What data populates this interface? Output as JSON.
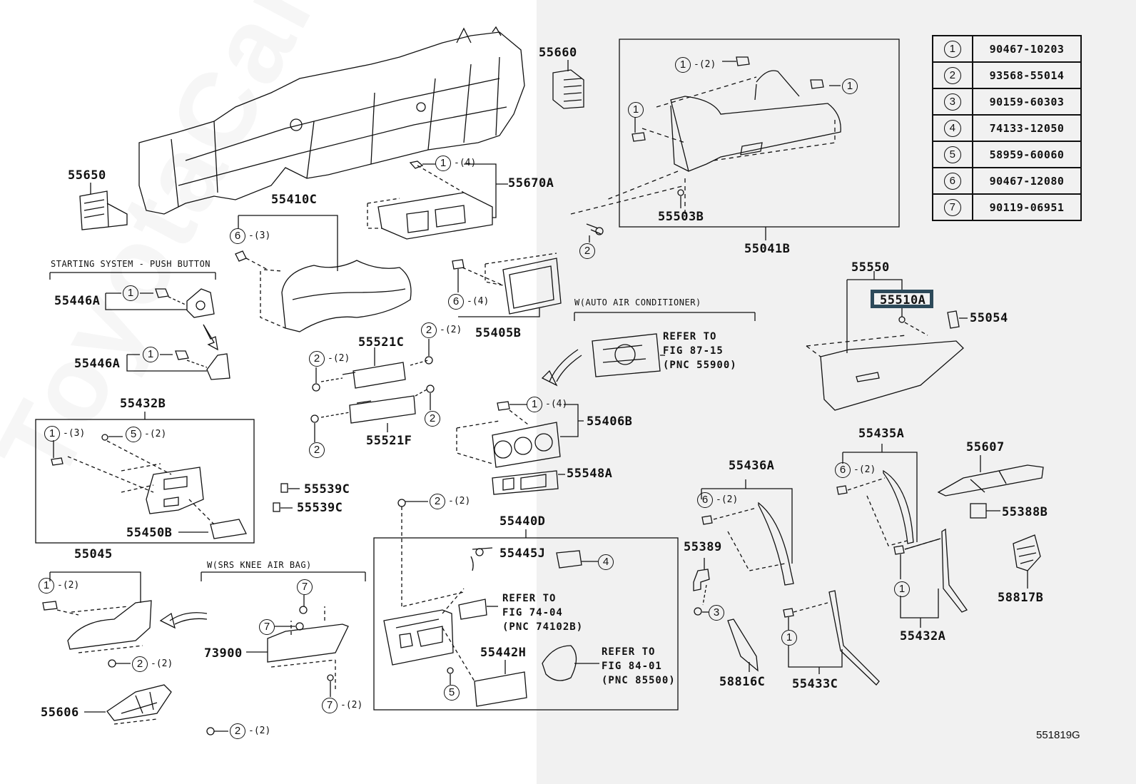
{
  "diagram": {
    "figure_number": "551819G",
    "watermark": "ToyotaCarParts",
    "highlighted_part": "55510A"
  },
  "legend": [
    {
      "key": "1",
      "part_number": "90467-10203"
    },
    {
      "key": "2",
      "part_number": "93568-55014"
    },
    {
      "key": "3",
      "part_number": "90159-60303"
    },
    {
      "key": "4",
      "part_number": "74133-12050"
    },
    {
      "key": "5",
      "part_number": "58959-60060"
    },
    {
      "key": "6",
      "part_number": "90467-12080"
    },
    {
      "key": "7",
      "part_number": "90119-06951"
    }
  ],
  "captions": {
    "starting_system": "STARTING SYSTEM - PUSH BUTTON",
    "auto_ac": "W(AUTO AIR CONDITIONER)",
    "knee_airbag": "W(SRS KNEE AIR BAG)"
  },
  "references": {
    "ref_87_15": "REFER TO\nFIG 87-15\n(PNC 55900)",
    "ref_74_04": "REFER TO\nFIG 74-04\n(PNC 74102B)",
    "ref_84_01": "REFER TO\nFIG 84-01\n(PNC 85500)"
  },
  "parts": {
    "p55650": "55650",
    "p55660": "55660",
    "p55670A": "55670A",
    "p55410C": "55410C",
    "p55041B": "55041B",
    "p55503B": "55503B",
    "p55446A_1": "55446A",
    "p55446A_2": "55446A",
    "p55405B": "55405B",
    "p55521C": "55521C",
    "p55521F": "55521F",
    "p55550": "55550",
    "p55510A": "55510A",
    "p55054": "55054",
    "p55432B": "55432B",
    "p55450B": "55450B",
    "p55406B": "55406B",
    "p55548A": "55548A",
    "p55539C_1": "55539C",
    "p55539C_2": "55539C",
    "p55435A": "55435A",
    "p55607": "55607",
    "p55436A": "55436A",
    "p55388B": "55388B",
    "p55440D": "55440D",
    "p55445J": "55445J",
    "p55389": "55389",
    "p58817B": "58817B",
    "p55045": "55045",
    "p55432A": "55432A",
    "p73900": "73900",
    "p55442H": "55442H",
    "p58816C": "58816C",
    "p55433C": "55433C",
    "p55606": "55606"
  },
  "callouts": [
    {
      "key": "1",
      "qty": "-(2)"
    },
    {
      "key": "1",
      "qty": ""
    },
    {
      "key": "1",
      "qty": ""
    },
    {
      "key": "1",
      "qty": "-(4)"
    },
    {
      "key": "6",
      "qty": "-(3)"
    },
    {
      "key": "2",
      "qty": ""
    },
    {
      "key": "1",
      "qty": ""
    },
    {
      "key": "1",
      "qty": ""
    },
    {
      "key": "6",
      "qty": "-(4)"
    },
    {
      "key": "2",
      "qty": "-(2)"
    },
    {
      "key": "2",
      "qty": "-(2)"
    },
    {
      "key": "2",
      "qty": ""
    },
    {
      "key": "2",
      "qty": ""
    },
    {
      "key": "1",
      "qty": "-(3)"
    },
    {
      "key": "5",
      "qty": "-(2)"
    },
    {
      "key": "1",
      "qty": "-(4)"
    },
    {
      "key": "6",
      "qty": "-(2)"
    },
    {
      "key": "6",
      "qty": "-(2)"
    },
    {
      "key": "2",
      "qty": "-(2)"
    },
    {
      "key": "4",
      "qty": ""
    },
    {
      "key": "3",
      "qty": ""
    },
    {
      "key": "1",
      "qty": ""
    },
    {
      "key": "1",
      "qty": "-(2)"
    },
    {
      "key": "7",
      "qty": ""
    },
    {
      "key": "7",
      "qty": ""
    },
    {
      "key": "2",
      "qty": "-(2)"
    },
    {
      "key": "1",
      "qty": ""
    },
    {
      "key": "7",
      "qty": "-(2)"
    },
    {
      "key": "5",
      "qty": ""
    },
    {
      "key": "2",
      "qty": "-(2)"
    }
  ]
}
